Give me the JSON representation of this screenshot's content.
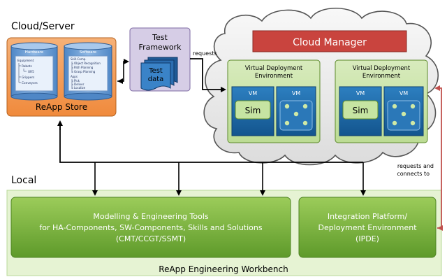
{
  "cloud": {
    "title": "Cloud/Server",
    "manager": "Cloud Manager",
    "env_left": "Virtual Deployment Environment",
    "env_right": "Virtual Deployment Environment",
    "env_line1": "Virtual Deployment",
    "env_line2": "Environment",
    "vm": "VM",
    "sim": "Sim"
  },
  "store": {
    "label": "ReApp Store",
    "hardware": "Hardware",
    "software": "Software",
    "hw_items": [
      "Equipment",
      "Robots",
      "UR5",
      "Grippers",
      "Conveyors"
    ],
    "sw_items": [
      "Skill-Comp.",
      "Object Recognition",
      "Path Planning",
      "Grasp Planning",
      "Apps",
      "Pick",
      "Deliver",
      "Localize"
    ]
  },
  "test": {
    "line1": "Test",
    "line2": "Framework",
    "data1": "Test",
    "data2": "data",
    "requests": "requests"
  },
  "side": {
    "line1": "requests and",
    "line2": "connects to"
  },
  "local": {
    "title": "Local",
    "workbench": "ReApp Engineering Workbench",
    "tools_line1": "Modelling & Engineering Tools",
    "tools_line2": "for HA-Components, SW-Components, Skills and Solutions",
    "tools_line3": "(CMT/CCGT/SSMT)",
    "ipde_line1": "Integration Platform/",
    "ipde_line2": "Deployment Environment",
    "ipde_line3": "(IPDE)"
  }
}
